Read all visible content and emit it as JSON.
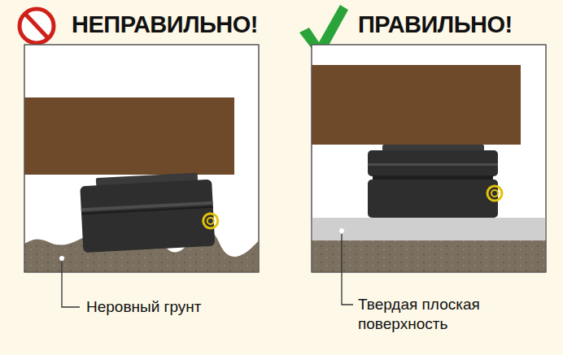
{
  "diagram": {
    "labels": [
      "НЕПРАВИЛЬНО!",
      "ПРАВИЛЬНО!",
      "Неровный грунт",
      "Твердая плоская поверхность"
    ]
  }
}
